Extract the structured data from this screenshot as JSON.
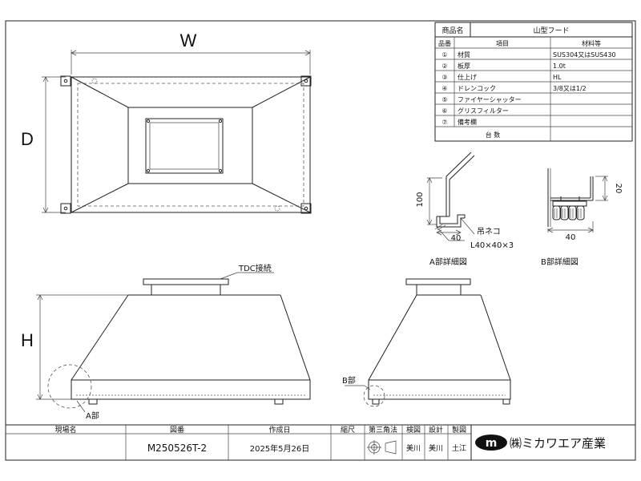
{
  "dimension_labels": {
    "w": "W",
    "d": "D",
    "h": "H"
  },
  "spec_table": {
    "product_name_label": "商品名",
    "product_name": "山型フード",
    "col_no": "品番",
    "col_item": "項目",
    "col_material": "材料等",
    "rows": [
      {
        "no": "①",
        "item": "材質",
        "value": "SUS304又はSUS430"
      },
      {
        "no": "②",
        "item": "板厚",
        "value": "1.0t"
      },
      {
        "no": "③",
        "item": "仕上げ",
        "value": "HL"
      },
      {
        "no": "④",
        "item": "ドレンコック",
        "value": "3/8又は1/2"
      },
      {
        "no": "⑤",
        "item": "ファイヤーシャッター",
        "value": ""
      },
      {
        "no": "⑥",
        "item": "グリスフィルター",
        "value": ""
      },
      {
        "no": "⑦",
        "item": "備考欄",
        "value": ""
      }
    ],
    "count_label": "台 数"
  },
  "detail_a": {
    "dim_100": "100",
    "dim_40": "40",
    "hanger_label": "吊ネコ",
    "angle_label": "L40×40×3",
    "title": "A部詳細図"
  },
  "detail_b": {
    "dim_20": "20",
    "dim_40": "40",
    "title": "B部詳細図"
  },
  "front_view": {
    "tdc_label": "TDC接続",
    "a_label": "A部"
  },
  "side_view": {
    "b_label": "B部"
  },
  "title_block": {
    "site_label": "現場名",
    "site_value": "",
    "drawing_no_label": "図番",
    "drawing_no": "M250526T-2",
    "date_label": "作成日",
    "date": "2025年5月26日",
    "scale_label": "縮尺",
    "projection_label": "第三角法",
    "check_label": "検図",
    "design_label": "設計",
    "draft_label": "製図",
    "checker": "美川",
    "designer": "美川",
    "drafter": "土江",
    "company_logo_letter": "m",
    "company_name": "㈱ミカワエア産業"
  }
}
